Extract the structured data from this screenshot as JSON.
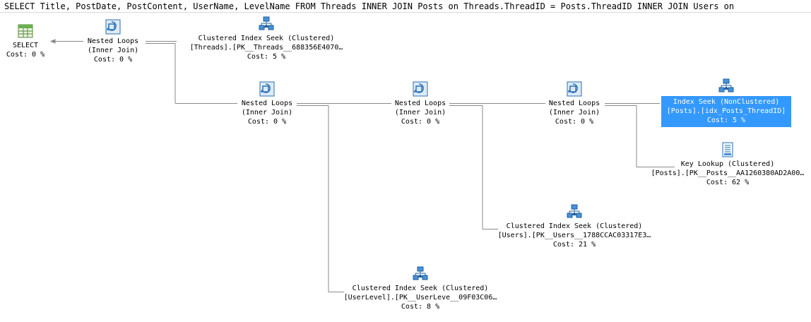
{
  "query_text": "SELECT Title, PostDate, PostContent, UserName, LevelName FROM Threads INNER JOIN Posts on Threads.ThreadID = Posts.ThreadID INNER JOIN Users on",
  "nodes": {
    "select": {
      "op": "SELECT",
      "cost": "Cost: 0 %",
      "icon": "select-result-icon"
    },
    "nl1": {
      "op": "Nested Loops",
      "sub": "(Inner Join)",
      "cost": "Cost: 0 %",
      "icon": "nested-loops-icon"
    },
    "seek_threads": {
      "op": "Clustered Index Seek (Clustered)",
      "obj": "[Threads].[PK__Threads__688356E4070…",
      "cost": "Cost: 5 %",
      "icon": "index-seek-icon"
    },
    "nl2": {
      "op": "Nested Loops",
      "sub": "(Inner Join)",
      "cost": "Cost: 0 %",
      "icon": "nested-loops-icon"
    },
    "nl3": {
      "op": "Nested Loops",
      "sub": "(Inner Join)",
      "cost": "Cost: 0 %",
      "icon": "nested-loops-icon"
    },
    "nl4": {
      "op": "Nested Loops",
      "sub": "(Inner Join)",
      "cost": "Cost: 0 %",
      "icon": "nested-loops-icon"
    },
    "seek_posts": {
      "op": "Index Seek (NonClustered)",
      "obj": "[Posts].[idx_Posts_ThreadID]",
      "cost": "Cost: 5 %",
      "icon": "index-seek-icon",
      "selected": true
    },
    "key_lookup": {
      "op": "Key Lookup (Clustered)",
      "obj": "[Posts].[PK__Posts__AA1260380AD2A00…",
      "cost": "Cost: 62 %",
      "icon": "key-lookup-icon"
    },
    "seek_users": {
      "op": "Clustered Index Seek (Clustered)",
      "obj": "[Users].[PK__Users__1788CCAC03317E3…",
      "cost": "Cost: 21 %",
      "icon": "index-seek-icon"
    },
    "seek_userlevel": {
      "op": "Clustered Index Seek (Clustered)",
      "obj": "[UserLevel].[PK__UserLeve__09F03C06…",
      "cost": "Cost: 8 %",
      "icon": "index-seek-icon"
    }
  },
  "colors": {
    "selection": "#3399ff",
    "line": "#808080"
  }
}
